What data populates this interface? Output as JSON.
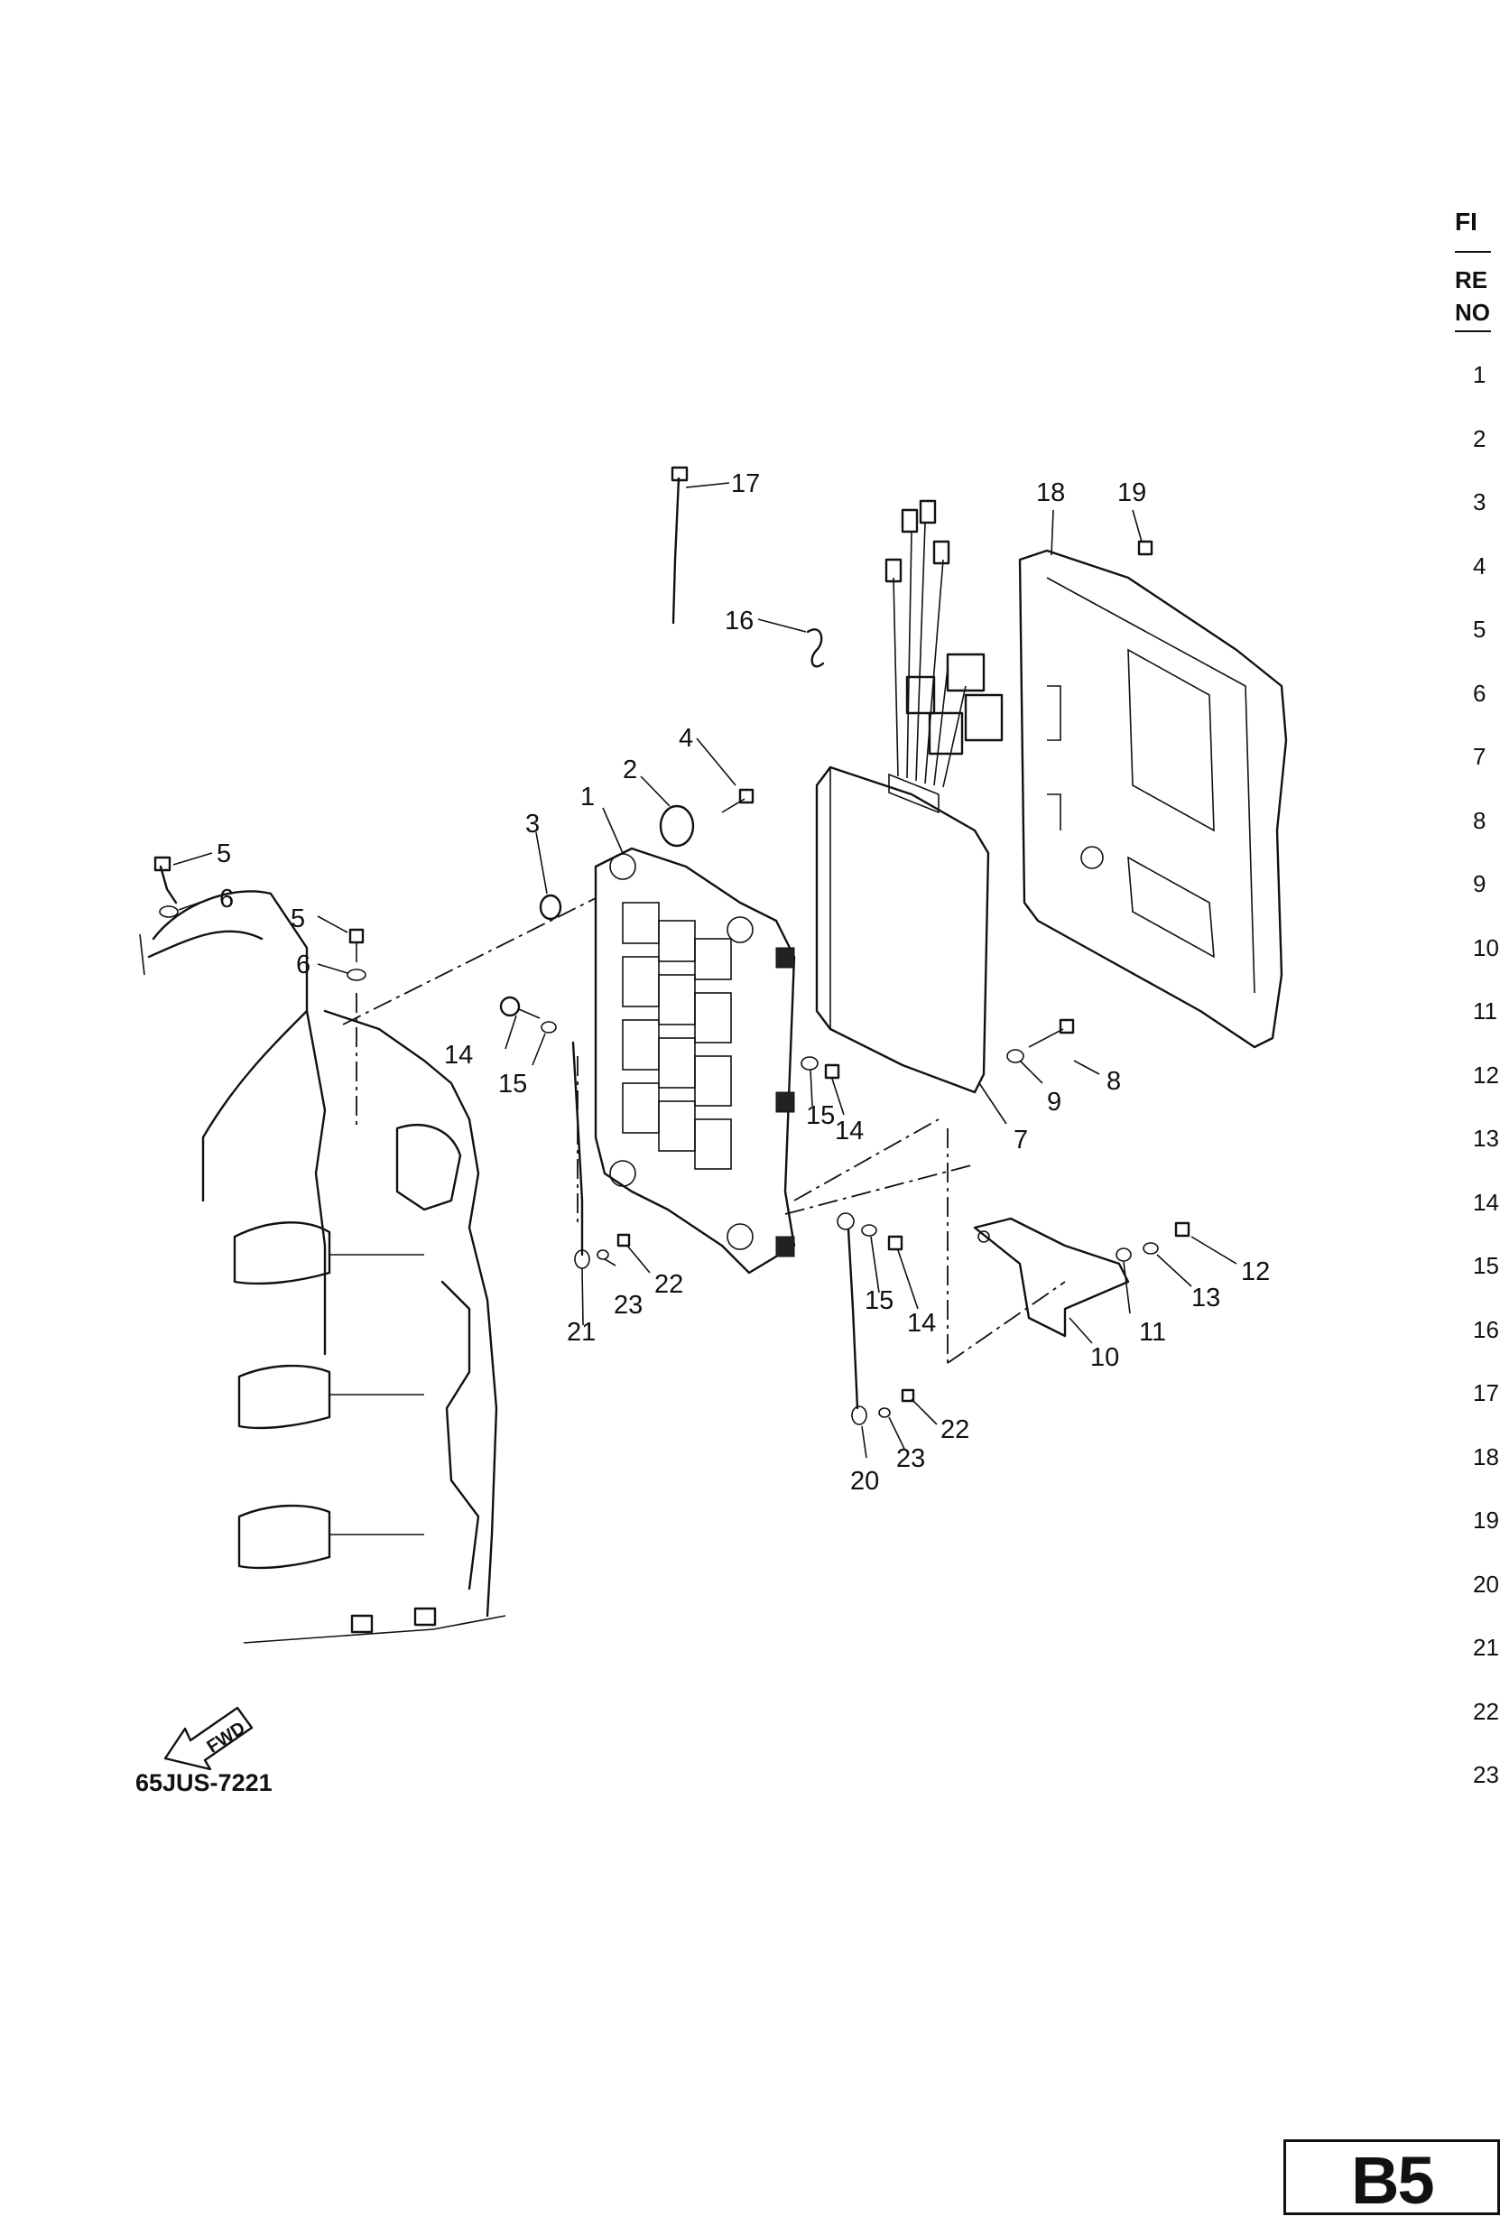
{
  "figure": {
    "doc_code": "65JUS-7221",
    "page_tag": "B5",
    "fwd_label": "FWD",
    "callouts": [
      "1",
      "2",
      "3",
      "4",
      "5",
      "5",
      "6",
      "6",
      "7",
      "8",
      "9",
      "10",
      "11",
      "12",
      "13",
      "14",
      "14",
      "14",
      "15",
      "15",
      "15",
      "16",
      "17",
      "18",
      "19",
      "20",
      "21",
      "22",
      "22",
      "23",
      "23"
    ]
  },
  "parts_table_fragment": {
    "fig_label": "FI",
    "ref_label_line1": "RE",
    "ref_label_line2": "NO",
    "row_numbers": [
      "1",
      "2",
      "3",
      "4",
      "5",
      "6",
      "7",
      "8",
      "9",
      "10",
      "11",
      "12",
      "13",
      "14",
      "15",
      "16",
      "17",
      "18",
      "19",
      "20",
      "21",
      "22",
      "23"
    ]
  }
}
